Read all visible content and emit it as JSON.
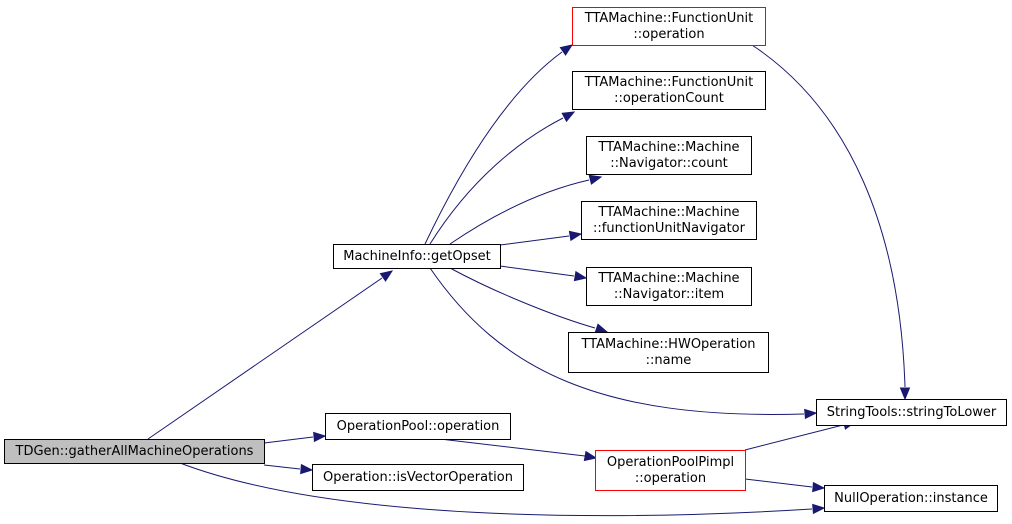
{
  "colors": {
    "edge": "#191970",
    "node_border": "#000000",
    "node_border_highlight": "#ff0000",
    "node_fill": "#ffffff",
    "root_fill": "#bfbfbf"
  },
  "nodes": {
    "root": {
      "lines": [
        "TDGen::gatherAllMachineOperations"
      ],
      "style": "root"
    },
    "getOpset": {
      "lines": [
        "MachineInfo::getOpset"
      ],
      "style": "normal"
    },
    "fu_operation": {
      "lines": [
        "TTAMachine::FunctionUnit",
        "::operation"
      ],
      "style": "highlight"
    },
    "fu_operationCount": {
      "lines": [
        "TTAMachine::FunctionUnit",
        "::operationCount"
      ],
      "style": "normal"
    },
    "nav_count": {
      "lines": [
        "TTAMachine::Machine",
        "::Navigator::count"
      ],
      "style": "normal"
    },
    "fu_navigator": {
      "lines": [
        "TTAMachine::Machine",
        "::functionUnitNavigator"
      ],
      "style": "normal"
    },
    "nav_item": {
      "lines": [
        "TTAMachine::Machine",
        "::Navigator::item"
      ],
      "style": "normal"
    },
    "hwop_name": {
      "lines": [
        "TTAMachine::HWOperation",
        "::name"
      ],
      "style": "normal"
    },
    "stringToLower": {
      "lines": [
        "StringTools::stringToLower"
      ],
      "style": "normal"
    },
    "opPool_operation": {
      "lines": [
        "OperationPool::operation"
      ],
      "style": "normal"
    },
    "isVectorOperation": {
      "lines": [
        "Operation::isVectorOperation"
      ],
      "style": "normal"
    },
    "pimpl_operation": {
      "lines": [
        "OperationPoolPimpl",
        "::operation"
      ],
      "style": "highlight"
    },
    "nullop_instance": {
      "lines": [
        "NullOperation::instance"
      ],
      "style": "normal"
    }
  },
  "edges": [
    {
      "from": "root",
      "to": "getOpset"
    },
    {
      "from": "root",
      "to": "opPool_operation"
    },
    {
      "from": "root",
      "to": "isVectorOperation"
    },
    {
      "from": "root",
      "to": "nullop_instance"
    },
    {
      "from": "getOpset",
      "to": "fu_operation"
    },
    {
      "from": "getOpset",
      "to": "fu_operationCount"
    },
    {
      "from": "getOpset",
      "to": "nav_count"
    },
    {
      "from": "getOpset",
      "to": "fu_navigator"
    },
    {
      "from": "getOpset",
      "to": "nav_item"
    },
    {
      "from": "getOpset",
      "to": "hwop_name"
    },
    {
      "from": "getOpset",
      "to": "stringToLower"
    },
    {
      "from": "fu_operation",
      "to": "stringToLower"
    },
    {
      "from": "opPool_operation",
      "to": "pimpl_operation"
    },
    {
      "from": "pimpl_operation",
      "to": "stringToLower"
    },
    {
      "from": "pimpl_operation",
      "to": "nullop_instance"
    }
  ]
}
